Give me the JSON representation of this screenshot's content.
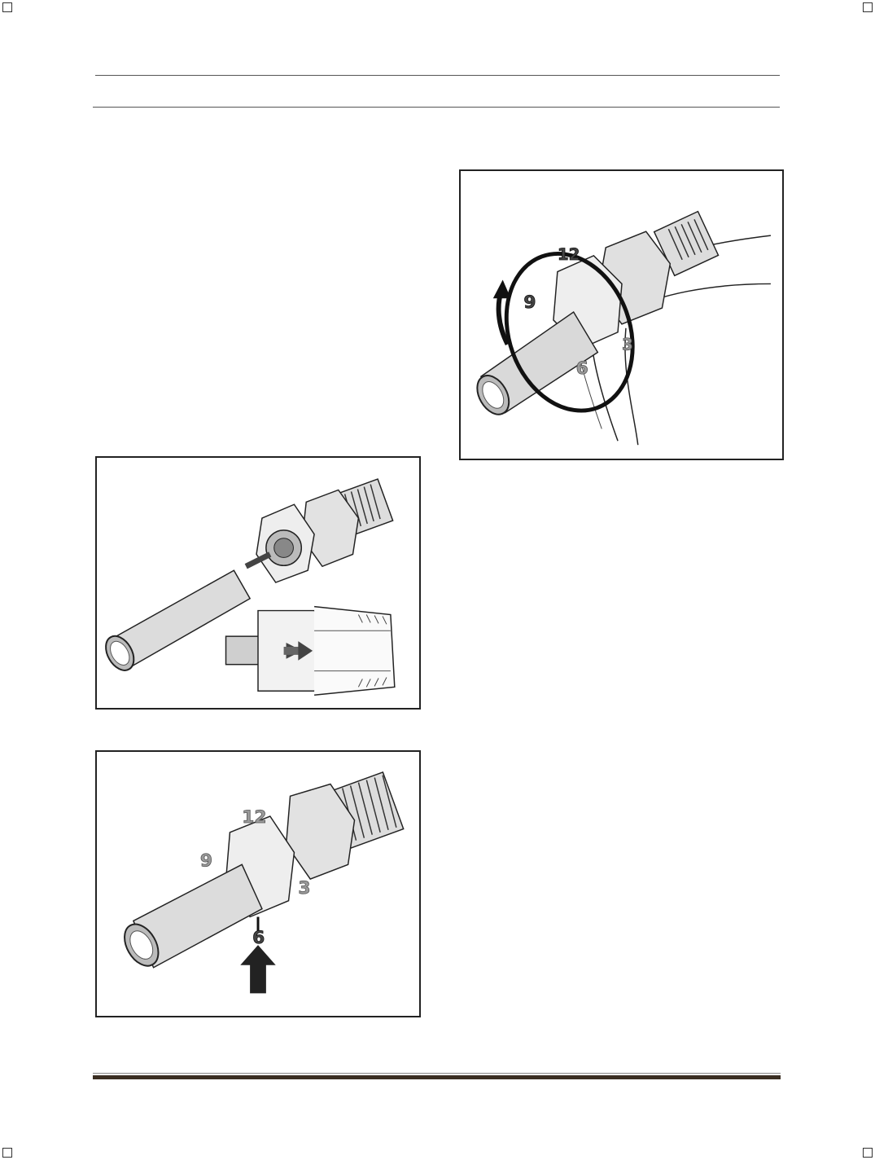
{
  "figures": {
    "tightening_wrench": {
      "clock_marks": [
        "12",
        "9",
        "6",
        "3"
      ]
    },
    "tube_insertion": {
      "clock_marks": []
    },
    "finger_tight_mark": {
      "clock_marks": [
        "12",
        "9",
        "6",
        "3"
      ]
    }
  },
  "colors": {
    "line": "#222222",
    "metal_light": "#e8e8e8",
    "metal_mid": "#bdbdbd",
    "metal_dark": "#7a7a7a",
    "footer_bar": "#3a2e22"
  }
}
